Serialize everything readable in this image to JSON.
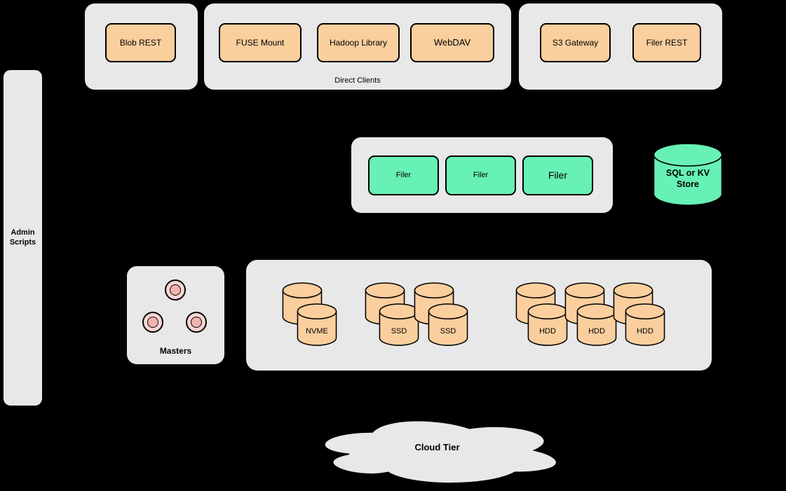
{
  "colors": {
    "background": "#000000",
    "container": "#e8e8e8",
    "node_orange": "#fbce9d",
    "node_green": "#67f1b5",
    "pink_outer": "#f9d6d4",
    "pink_inner": "#f2b3ae",
    "stroke": "#000000"
  },
  "diagram": {
    "admin_bar": {
      "label": "Admin Scripts"
    },
    "blob_group": {
      "nodes": [
        {
          "label": "Blob REST"
        }
      ]
    },
    "direct_clients_group": {
      "caption": "Direct Clients",
      "nodes": [
        {
          "label": "FUSE Mount"
        },
        {
          "label": "Hadoop Library"
        },
        {
          "label": "WebDAV"
        }
      ]
    },
    "gateway_group": {
      "nodes": [
        {
          "label": "S3 Gateway"
        },
        {
          "label": "Filer REST"
        }
      ]
    },
    "filer_group": {
      "nodes": [
        {
          "label": "Filer"
        },
        {
          "label": "Filer"
        },
        {
          "label": "Filer"
        }
      ]
    },
    "kv_store": {
      "label": "SQL or KV Store"
    },
    "masters_group": {
      "label": "Masters",
      "node_count": 3
    },
    "volume_group": {
      "drives": [
        {
          "label": "NVME"
        },
        {
          "label": "SSD"
        },
        {
          "label": "SSD"
        },
        {
          "label": "HDD"
        },
        {
          "label": "HDD"
        },
        {
          "label": "HDD"
        }
      ]
    },
    "cloud_tier": {
      "label": "Cloud Tier"
    }
  }
}
